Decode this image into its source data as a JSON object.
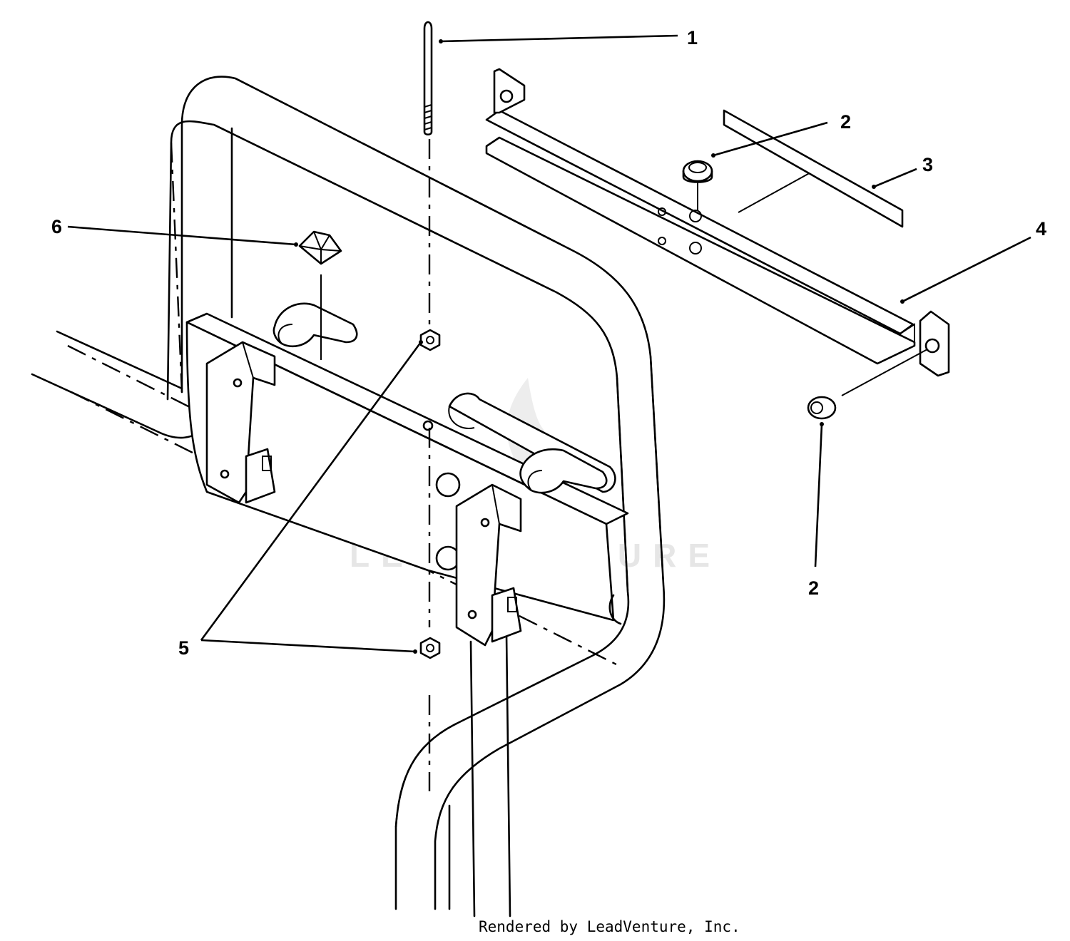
{
  "callouts": {
    "c1": "1",
    "c2a": "2",
    "c3": "3",
    "c4": "4",
    "c6": "6",
    "c2b": "2",
    "c5": "5"
  },
  "watermark": "LEADVENTURE",
  "footer": "Rendered by LeadVenture, Inc."
}
